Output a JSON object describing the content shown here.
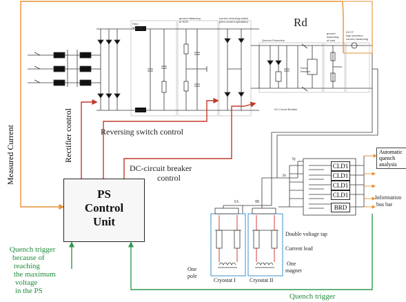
{
  "labels": {
    "rd": "Rd",
    "reversing_switch_control": "Reversing switch control",
    "dc_breaker_control_line1": "DC-circuit breaker",
    "dc_breaker_control_line2": "control",
    "ps_line1": "PS",
    "ps_line2": "Control",
    "ps_line3": "Unit",
    "measured_current": "Measured Current",
    "rectifier_control": "Rectifier control",
    "quench_trigger_ps": [
      "Quench trigger",
      "because of",
      "reaching",
      "the maximum",
      "voltage",
      "in the PS"
    ],
    "quench_trigger_bottom": "Quench trigger",
    "automatic_quench_analysis": [
      "Automatic",
      "quench",
      "analysis"
    ],
    "information_bus_bar": [
      "Information",
      "bus bar"
    ],
    "double_voltage_tap": "Double voltage tap",
    "current_lead": "Current lead",
    "one_magnet": [
      "One",
      "magnet"
    ],
    "one_pole": [
      "One",
      "pole"
    ],
    "cryostat_1": "Cryostat I",
    "cryostat_2": "Cryostat II",
    "cld_items": [
      "CLD1",
      "CLD1",
      "CLD1",
      "CLD1",
      "BRD"
    ],
    "signal_ix": "Ix",
    "signal_iy": "Iy",
    "signal_ia": "IA",
    "signal_ib": "IB"
  },
  "small_labels": {
    "filter_optional": [
      "Filter",
      "optional"
    ],
    "ground_balancing_scr": [
      "ground balancing",
      "of SCR"
    ],
    "current_reversing_switch": [
      "current reversing switch",
      "(zero current operation)"
    ],
    "quench_protection": "Quench Protection",
    "dump_resistor": [
      "Dump",
      "Resistor"
    ],
    "ground_balancing_load": [
      "ground",
      "balancing",
      "of load"
    ],
    "dcct": [
      "DCCT",
      "high precision",
      "current measuring"
    ],
    "dc_circuit_breaker": "DC-Circuit Breaker"
  },
  "colors": {
    "measured_current_line": "#e69035",
    "control_line": "#c0392b",
    "quench_line": "#2e9a4a",
    "cryostat_outline": "#5aa4d6",
    "lead_red": "#d83a3a"
  }
}
